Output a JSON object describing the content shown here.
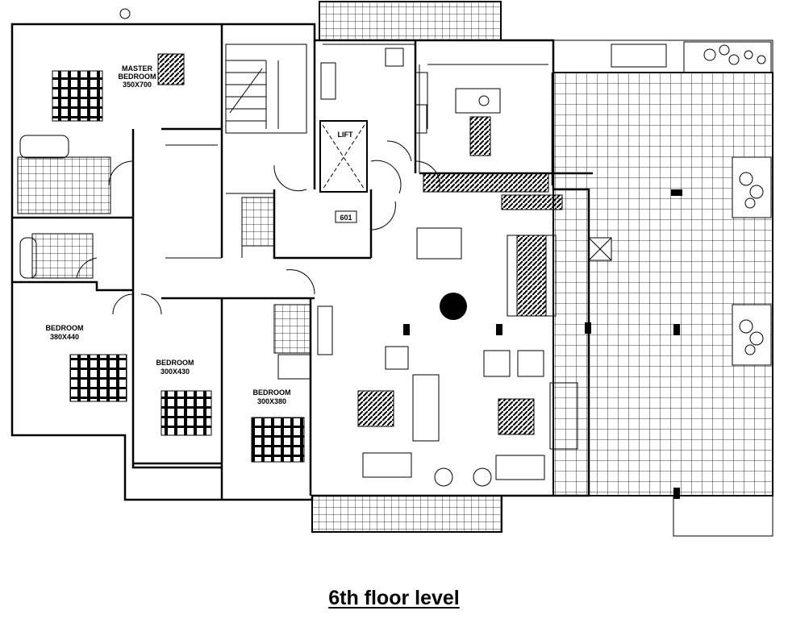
{
  "caption": "6th floor level",
  "rooms": {
    "master_bedroom": {
      "name": "MASTER BEDROOM",
      "line1": "MASTER",
      "line2": "BEDROOM",
      "size": "350X700"
    },
    "bedroom_1": {
      "name": "BEDROOM",
      "size": "380X440"
    },
    "bedroom_2": {
      "name": "BEDROOM",
      "size": "300X430"
    },
    "bedroom_3": {
      "name": "BEDROOM",
      "size": "300X380"
    },
    "lift": {
      "name": "LIFT"
    },
    "apartment": {
      "number": "601"
    }
  }
}
